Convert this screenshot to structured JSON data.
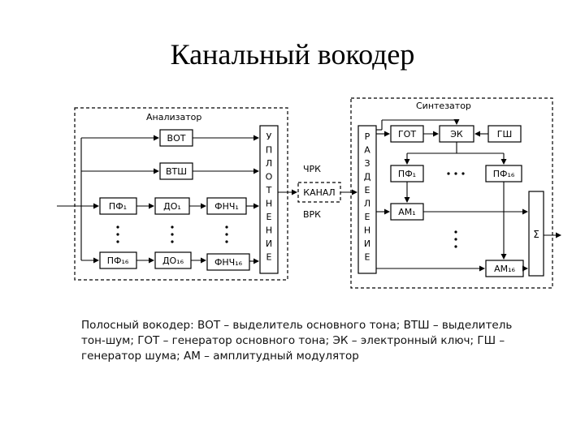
{
  "title": "Канальный вокодер",
  "analyzer": {
    "label": "Анализатор",
    "vot": "ВОТ",
    "vtsh": "ВТШ",
    "pf1": "ПФ₁",
    "do1": "ДО₁",
    "fnch1": "ФНЧ₁",
    "pf16": "ПФ₁₆",
    "do16": "ДО₁₆",
    "fnch16": "ФНЧ₁₆"
  },
  "multiplexer_letters": [
    "У",
    "П",
    "Л",
    "О",
    "Т",
    "Н",
    "Е",
    "Н",
    "И",
    "Е"
  ],
  "channel": {
    "label": "КАНАЛ",
    "chrk": "ЧРК",
    "vrk": "ВРК"
  },
  "demultiplexer_letters": [
    "Р",
    "А",
    "З",
    "Д",
    "Е",
    "Л",
    "Е",
    "Н",
    "И",
    "Е"
  ],
  "synthesizer": {
    "label": "Синтезатор",
    "got": "ГОТ",
    "ek": "ЭК",
    "gsh": "ГШ",
    "pf1": "ПФ₁",
    "pf16": "ПФ₁₆",
    "am1": "АМ₁",
    "am16": "АМ₁₆",
    "sum": "Σ"
  },
  "caption_lines": [
    "Полосный вокодер: ВОТ – выделитель основного тона; ВТШ – выделитель",
    "тон-шум; ГОТ – генератор основного тона; ЭК – электронный ключ; ГШ –",
    "генератор шума; АМ – амплитудный модулятор"
  ]
}
